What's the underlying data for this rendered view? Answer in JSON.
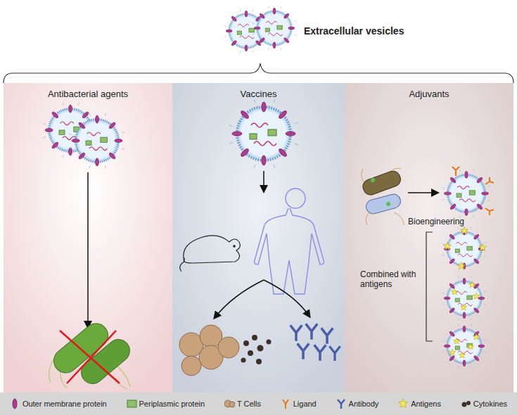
{
  "diagram": {
    "title": "Extracellular vesicles",
    "nodes": [
      {
        "text": [
          "Antibacterial agents"
        ]
      },
      {
        "text": [
          "Vaccines"
        ]
      },
      {
        "text": [
          "Adjuvants"
        ]
      }
    ],
    "labels": [
      "Bioengineering",
      "Combined with antigens"
    ],
    "legend": [
      {
        "text": "Outer membrane protein"
      },
      {
        "text": "Periplasmic protein"
      },
      {
        "text": "T Cells"
      },
      {
        "text": "Ligand"
      },
      {
        "text": "Antibody"
      },
      {
        "text": "Antigens"
      },
      {
        "text": "Cytokines"
      }
    ]
  }
}
